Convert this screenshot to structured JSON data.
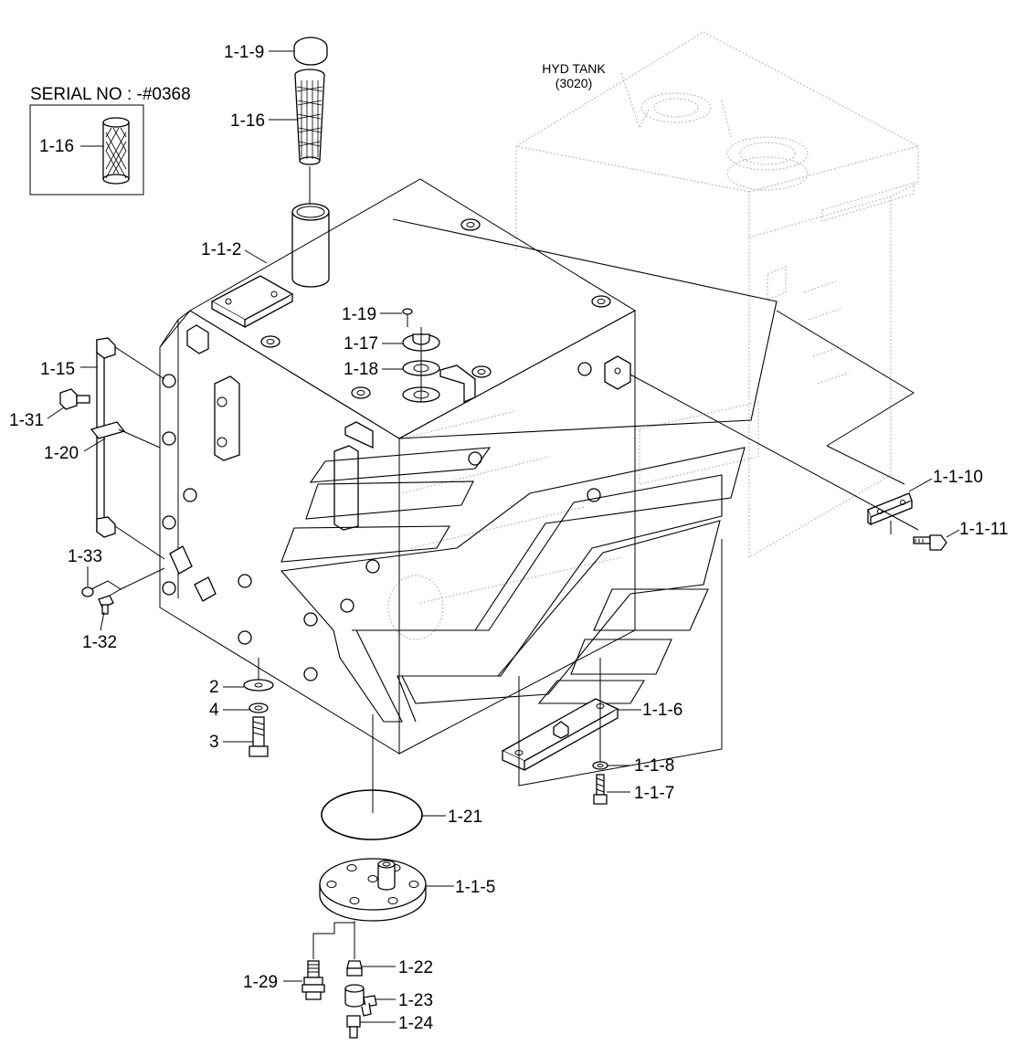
{
  "serial_box": {
    "title": "SERIAL NO : -#0368",
    "part_label": "1-16"
  },
  "hyd_tank": {
    "title_line1": "HYD TANK",
    "title_line2": "(3020)"
  },
  "labels": {
    "p_1_1_9": "1-1-9",
    "p_1_16": "1-16",
    "p_1_1_2": "1-1-2",
    "p_1_19": "1-19",
    "p_1_17": "1-17",
    "p_1_18": "1-18",
    "p_1_15": "1-15",
    "p_1_31": "1-31",
    "p_1_20": "1-20",
    "p_1_33": "1-33",
    "p_1_32": "1-32",
    "p_1_1_10": "1-1-10",
    "p_1_1_11": "1-1-11",
    "p_2": "2",
    "p_4": "4",
    "p_3": "3",
    "p_1_1_6": "1-1-6",
    "p_1_1_8": "1-1-8",
    "p_1_1_7": "1-1-7",
    "p_1_21": "1-21",
    "p_1_1_5": "1-1-5",
    "p_1_29": "1-29",
    "p_1_22": "1-22",
    "p_1_23": "1-23",
    "p_1_24": "1-24"
  }
}
